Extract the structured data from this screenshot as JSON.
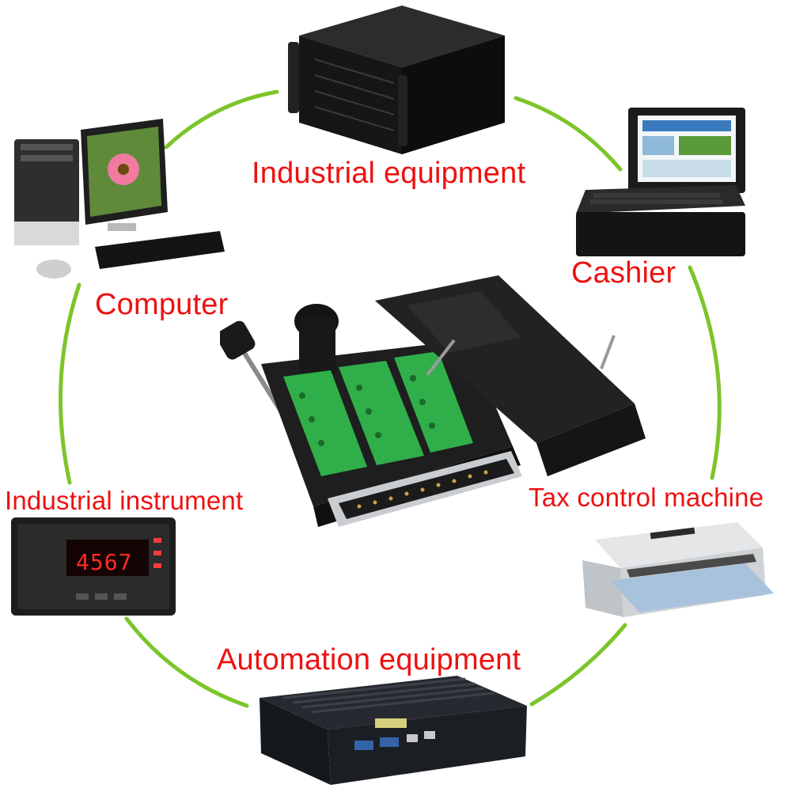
{
  "labels": {
    "industrial_equipment": "Industrial equipment",
    "cashier": "Cashier",
    "computer": "Computer",
    "industrial_instrument": "Industrial instrument",
    "tax_control_machine": "Tax control machine",
    "automation_equipment": "Automation equipment"
  },
  "meter_display": "4567",
  "colors": {
    "label": "#ee1111",
    "ring": "#7cc52a",
    "terminal_green": "#2fae4a"
  }
}
